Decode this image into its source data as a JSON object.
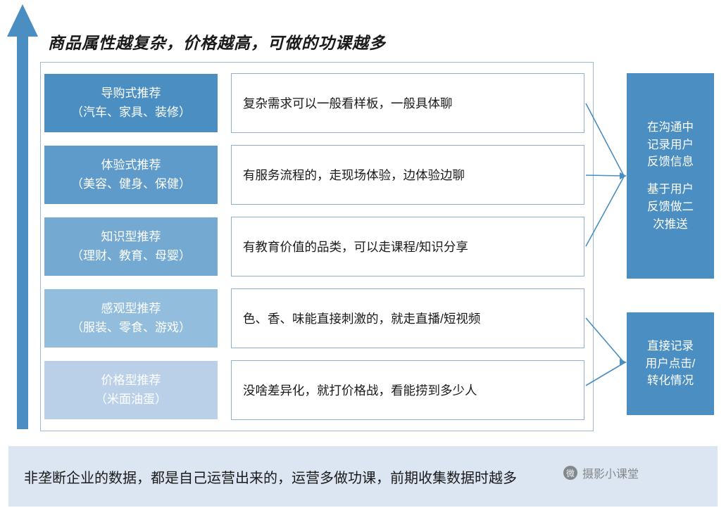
{
  "title": "商品属性越复杂，价格越高，可做的功课越多",
  "arrow": {
    "icon": "up-arrow-icon",
    "color": "#4a8ec2"
  },
  "colors": {
    "box_top": "#4a8ec2",
    "box_bottom": "#b9d0e8",
    "frame_border": "#9db8d8",
    "banner_bg": "#dce6f2",
    "connector": "#4a8ec2"
  },
  "rows": [
    {
      "category_line1": "导购式推荐",
      "category_line2": "（汽车、家具、装修）",
      "category_color": "#4a8ec2",
      "description": "复杂需求可以一般看样板，一般具体聊"
    },
    {
      "category_line1": "体验式推荐",
      "category_line2": "（美容、健身、保健）",
      "category_color": "#5e9bca",
      "description": "有服务流程的，走现场体验，边体验边聊"
    },
    {
      "category_line1": "知识型推荐",
      "category_line2": "（理财、教育、母婴）",
      "category_color": "#74a9d2",
      "description": "有教育价值的品类，可以走课程/知识分享"
    },
    {
      "category_line1": "感观型推荐",
      "category_line2": "（服装、零食、游戏）",
      "category_color": "#93bddd",
      "description": "色、香、味能直接刺激的，就走直播/短视频"
    },
    {
      "category_line1": "价格型推荐",
      "category_line2": "（米面油蛋）",
      "category_color": "#b9d0e8",
      "description": "没啥差异化，就打价格战，看能捞到多少人"
    }
  ],
  "outcomes": [
    {
      "line1": "在沟通中",
      "line2": "记录用户",
      "line3": "反馈信息",
      "line4": "基于用户",
      "line5": "反馈做二",
      "line6": "次推送"
    },
    {
      "line1": "直接记录",
      "line2": "用户点击/",
      "line3": "转化情况",
      "line4": "",
      "line5": "",
      "line6": ""
    }
  ],
  "banner": "非垄断企业的数据，都是自己运营出来的，运营多做功课，前期收集数据时越多",
  "watermark": {
    "logo_char": "微",
    "text": "摄影小课堂"
  }
}
